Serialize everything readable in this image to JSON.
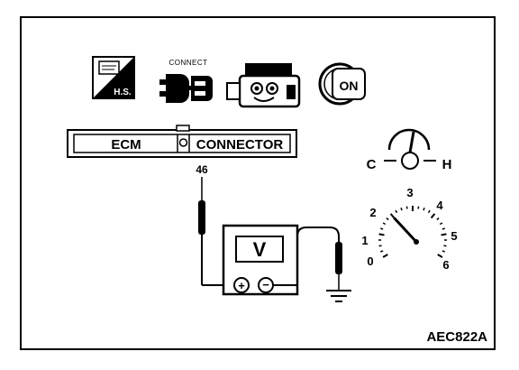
{
  "icons": {
    "hs_badge": "H.S.",
    "connect_label": "CONNECT",
    "ignition_label": "ON"
  },
  "connector": {
    "left_label": "ECM",
    "right_label": "CONNECTOR",
    "pin": "46"
  },
  "voltmeter": {
    "label": "V",
    "plus": "+",
    "minus": "−"
  },
  "temp_gauge": {
    "cold": "C",
    "hot": "H"
  },
  "tachometer": {
    "scale": [
      "0",
      "1",
      "2",
      "3",
      "4",
      "5",
      "6"
    ],
    "needle_value": 2
  },
  "figure_code": "AEC822A"
}
